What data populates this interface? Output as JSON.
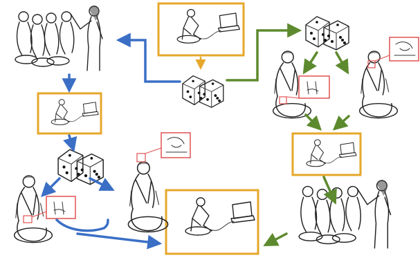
{
  "colors": {
    "blue_path": "#3b6fc6",
    "green_path": "#5d8a2e",
    "frame_orange": "#e6a72a",
    "zoom_red": "#e05050",
    "ink": "#222222"
  },
  "icons": [
    "dice-icon",
    "dice-icon",
    "dice-icon",
    "laptop-icon",
    "laptop-icon",
    "laptop-icon",
    "laptop-icon",
    "laptop-icon"
  ],
  "scenes": [
    "group-training-with-instructor",
    "manikin-with-laptop-feedback",
    "cpr-hand-placement-closeup",
    "cpr-compression-face-closeup"
  ]
}
